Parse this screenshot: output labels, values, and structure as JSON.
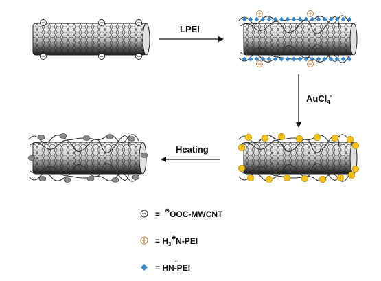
{
  "steps": {
    "lpei": "LPEI",
    "aucl": "AuCl",
    "aucl_sup": "4",
    "aucl_charge": "-",
    "heating": "Heating"
  },
  "legend": {
    "carboxylate": {
      "mark": "⊖",
      "eq": "=",
      "sup": "⊝",
      "text": "OOC-MWCNT"
    },
    "ammonium": {
      "eq": "= H",
      "sub": "3",
      "sup": "⊕",
      "text": "N-PEI"
    },
    "amine": {
      "eq": "= H",
      "n": "N",
      "dots": "··",
      "text": "-PEI"
    }
  },
  "colors": {
    "tube_dark": "#222222",
    "tube_light": "#f2f2f2",
    "polymer": "#333333",
    "amine_marker": "#3a87c8",
    "ammonium_marker": "#c8803a",
    "gold": "#f2c21a",
    "particle": "#8a8a8a"
  }
}
